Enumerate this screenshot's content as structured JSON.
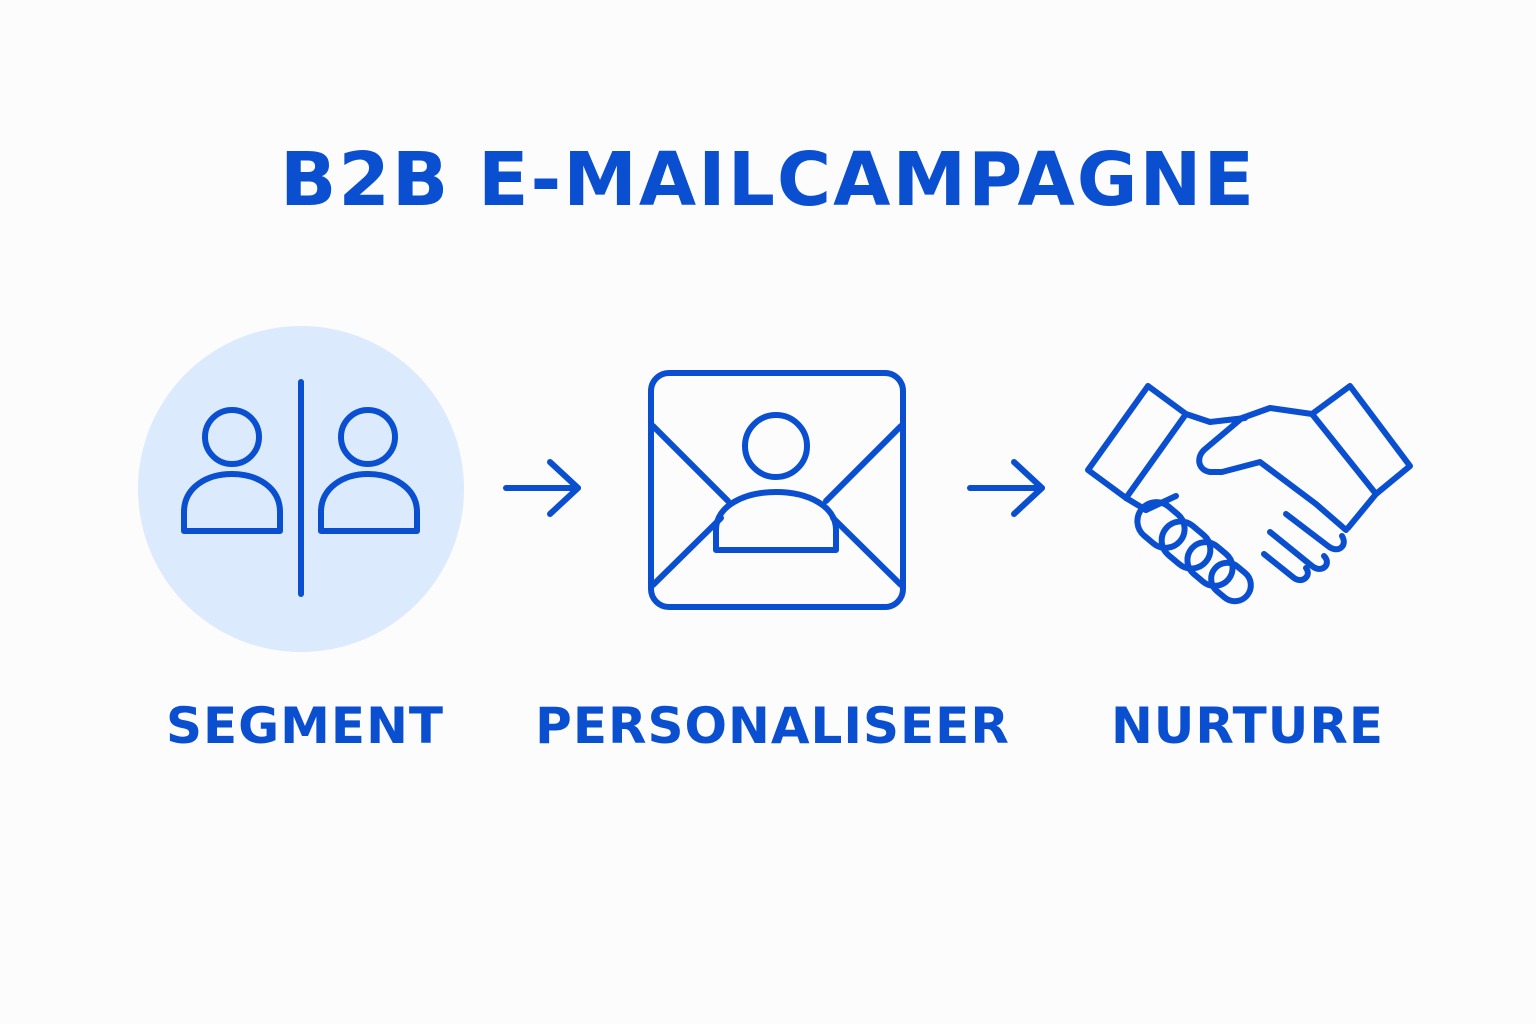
{
  "title": "B2B E-MAILCAMPAGNE",
  "colors": {
    "accent": "#0a4fd0",
    "highlight_circle": "#dbeafd",
    "background": "#fcfcfc"
  },
  "steps": [
    {
      "label": "SEGMENT",
      "icon": "segment-users-icon",
      "highlighted": true
    },
    {
      "label": "PERSONALISEER",
      "icon": "personalized-envelope-icon",
      "highlighted": false
    },
    {
      "label": "NURTURE",
      "icon": "handshake-icon",
      "highlighted": false
    }
  ],
  "connectors": [
    "arrow-right-icon",
    "arrow-right-icon"
  ]
}
